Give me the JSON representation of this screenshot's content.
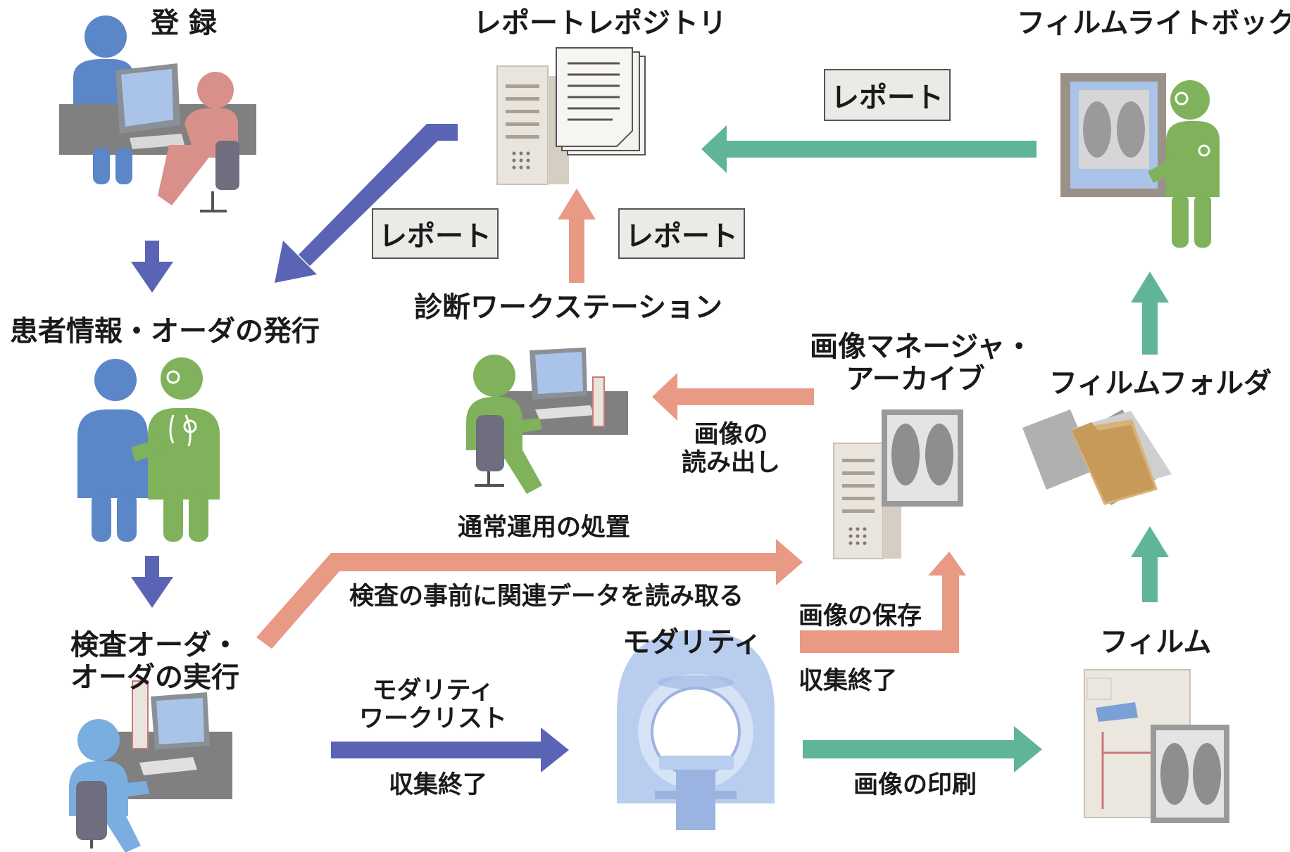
{
  "colors": {
    "blue_person": "#5b86c8",
    "green_person": "#7fb25a",
    "pink_person": "#d9908b",
    "light_blue_person": "#7aaee0",
    "arrow_purple": "#5b64b4",
    "arrow_green": "#5fb595",
    "arrow_salmon": "#e89a84",
    "server": "#e9e4dc",
    "desk": "#808080",
    "label_bg": "#eceae7"
  },
  "nodes": {
    "registration": "登 録",
    "report_repository": "レポートレポジトリ",
    "film_lightbox": "フィルムライトボックス",
    "patient_order_issue": "患者情報・オーダの発行",
    "diagnostic_workstation": "診断ワークステーション",
    "image_manager_line1": "画像マネージャ・",
    "image_manager_line2": "アーカイブ",
    "film_folder": "フィルムフォルダ",
    "exam_order_line1": "検査オーダ・",
    "exam_order_line2": "オーダの実行",
    "modality": "モダリティ",
    "film": "フィルム"
  },
  "edge_labels": {
    "report_top": "レポート",
    "report_left": "レポート",
    "report_right": "レポート",
    "image_retrieve_line1": "画像の",
    "image_retrieve_line2": "読み出し",
    "normal_handling": "通常運用の処置",
    "preread_data": "検査の事前に関連データを読み取る",
    "image_store": "画像の保存",
    "acq_complete_right": "収集終了",
    "modality_worklist_line1": "モダリティ",
    "modality_worklist_line2": "ワークリスト",
    "acq_complete_left": "収集終了",
    "image_print": "画像の印刷"
  },
  "icons": {
    "registration": "reception-desk-icon",
    "report_repository": "server-with-documents-icon",
    "film_lightbox": "doctor-viewing-xray-icon",
    "patient_order": "patient-and-doctor-icon",
    "diagnostic_workstation": "doctor-at-workstation-icon",
    "image_manager": "server-with-xray-icon",
    "film_folder": "folder-with-films-icon",
    "exam_order": "operator-at-computer-icon",
    "modality": "ct-scanner-icon",
    "film": "film-printer-icon"
  }
}
